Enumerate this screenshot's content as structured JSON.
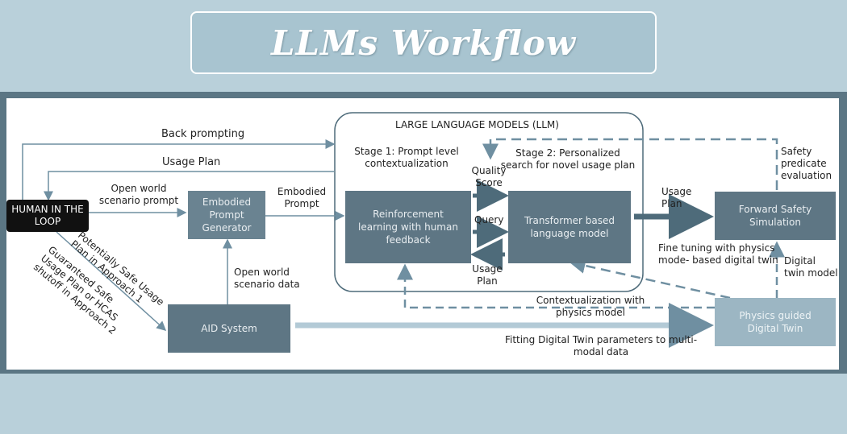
{
  "title": "LLMs Workflow",
  "diagram": {
    "llm_group": "LARGE LANGUAGE MODELS (LLM)",
    "nodes": {
      "human": "HUMAN IN THE LOOP",
      "embodied_gen": "Embodied Prompt Generator",
      "rl": "Reinforcement learning with human feedback",
      "transformer": "Transformer based language model",
      "forward_safety": "Forward Safety Simulation",
      "aid": "AID System",
      "physics_twin": "Physics guided Digital Twin"
    },
    "labels": {
      "back_prompting": "Back prompting",
      "usage_plan_top": "Usage Plan",
      "open_world_prompt": "Open world scenario prompt",
      "embodied_prompt": "Embodied Prompt",
      "stage1": "Stage 1: Prompt level contextualization",
      "stage2": "Stage 2: Personalized search for novel usage plan",
      "quality_score": "Quality Score",
      "query": "Query",
      "usage_plan_bottom": "Usage Plan",
      "usage_plan_right": "Usage Plan",
      "safety_predicate": "Safety predicate evaluation",
      "fine_tuning": "Fine tuning with physics mode- based digital twin",
      "digital_twin_model": "Digital twin model",
      "open_world_data": "Open world scenario data",
      "contextualization": "Contextualization with physics model",
      "fitting": "Fitting Digital Twin parameters to multi-modal data",
      "approach1": "Potentially Safe Usage Plan in Approach 1",
      "approach2": "Guaranteed Safe Usage Plan or HCAS shutoff in Approach 2"
    }
  },
  "colors": {
    "background": "#b9d0da",
    "frame": "#5b7684",
    "node_dark": "#5e7684",
    "node_light": "#9cb6c3",
    "arrow": "#6f8fa1"
  }
}
